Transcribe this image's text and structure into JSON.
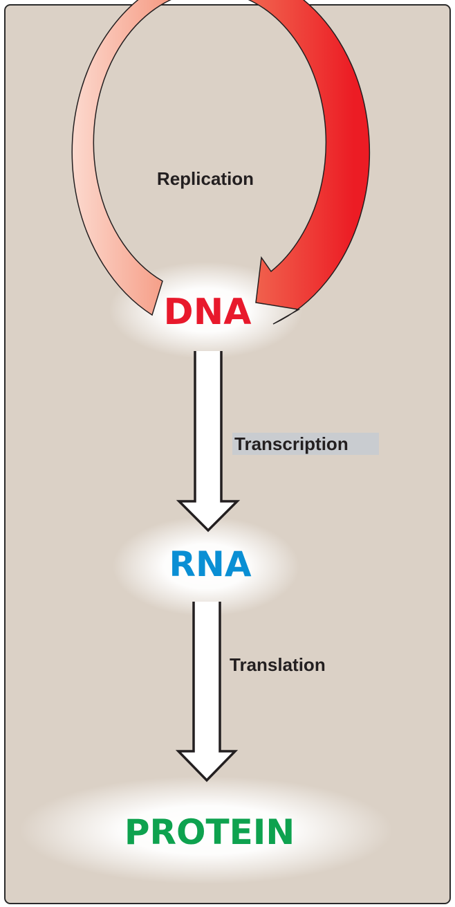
{
  "title": "Central Dogma of Molecular Biology",
  "nodes": {
    "dna": {
      "label": "DNA",
      "color": "#e8192c"
    },
    "rna": {
      "label": "RNA",
      "color": "#0a8fd4"
    },
    "protein": {
      "label": "PROTEIN",
      "color": "#0ea24f"
    }
  },
  "processes": {
    "replication": {
      "label": "Replication",
      "from": "DNA",
      "to": "DNA"
    },
    "transcription": {
      "label": "Transcription",
      "from": "DNA",
      "to": "RNA",
      "highlight": "#c9ccd0"
    },
    "translation": {
      "label": "Translation",
      "from": "RNA",
      "to": "PROTEIN"
    }
  },
  "colors": {
    "background": "#dbd1c6",
    "arrow_gradient_start": "#fde3da",
    "arrow_gradient_mid": "#f27a5c",
    "arrow_gradient_end": "#ec1c24",
    "outline": "#231f20",
    "glow": "#ffffff"
  }
}
